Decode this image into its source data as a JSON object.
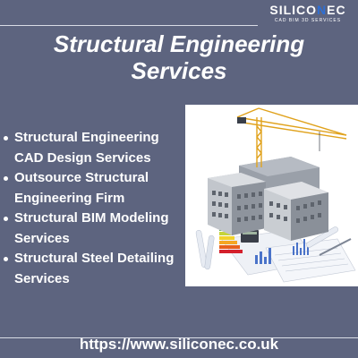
{
  "logo": {
    "word_lead": "SILICO",
    "word_accent": "N",
    "word_tail": "EC",
    "tagline": "CAD BIM 3D SERVICES"
  },
  "title": {
    "line1": "Structural Engineering",
    "line2": "Services"
  },
  "services": [
    "Structural Engineering CAD Design Services",
    "Outsource Structural Engineering Firm",
    "Structural BIM Modeling Services",
    "Structural Steel Detailing Services"
  ],
  "footer": {
    "url": "https://www.siliconec.co.uk"
  },
  "illustration": {
    "subject": "building-under-construction-with-crane-and-blueprints"
  },
  "colors": {
    "background": "#5d647f",
    "text": "#ffffff",
    "crane": "#e0a21c",
    "logo_accent": "#2d6fd6"
  }
}
